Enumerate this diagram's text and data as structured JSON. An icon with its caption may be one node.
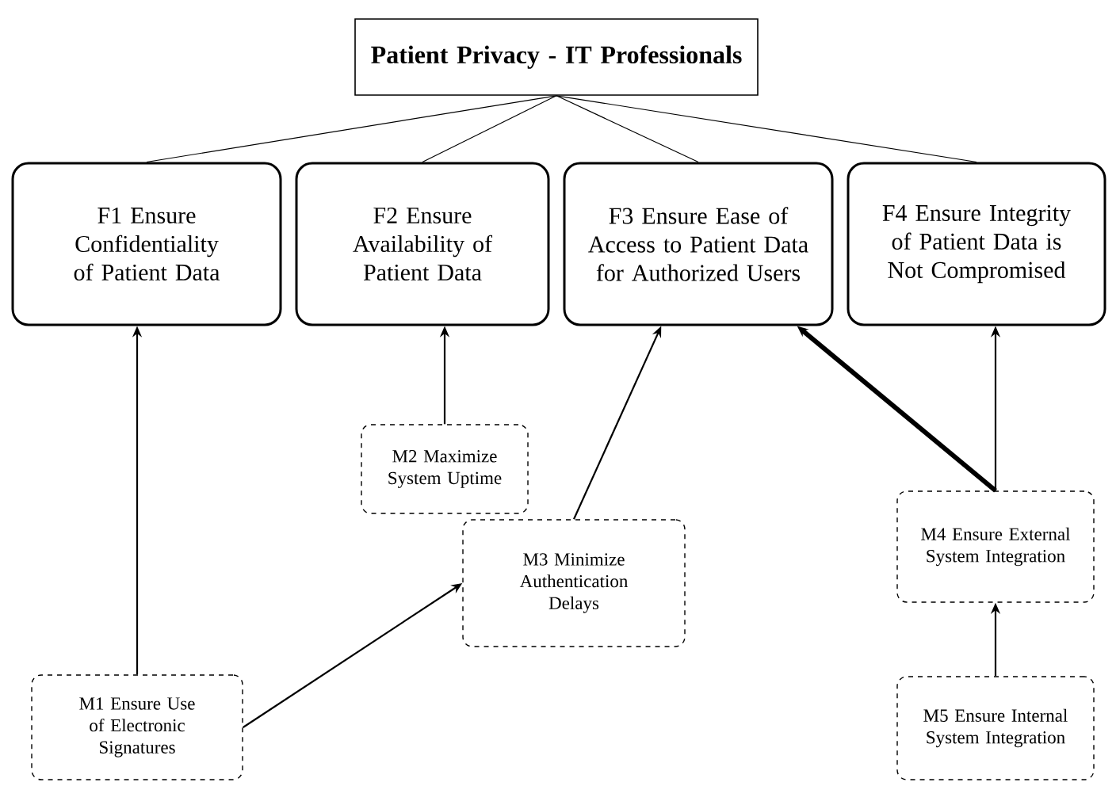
{
  "diagram": {
    "nodes": [
      {
        "text": [
          "Patient Privacy - IT Professionals"
        ]
      },
      {
        "text": [
          "F1 Ensure Confidentiality of Patient Data"
        ]
      },
      {
        "text": [
          "F2 Ensure Availability of Patient Data"
        ]
      },
      {
        "text": [
          "F3 Ensure Ease of Access to Patient Data for Authorized Users"
        ]
      },
      {
        "text": [
          "F4 Ensure Integrity of Patient Data is Not Compromised"
        ]
      },
      {
        "text": [
          "M2 Maximize System Uptime"
        ]
      },
      {
        "text": [
          "M3 Minimize Authentication Delays"
        ]
      },
      {
        "text": [
          "M4 Ensure External System Integration"
        ]
      },
      {
        "text": [
          "M1 Ensure Use of Electronic Signatures"
        ]
      },
      {
        "text": [
          "M5 Ensure Internal System Integration"
        ]
      }
    ],
    "edges": [
      {
        "from": 0,
        "to": 1,
        "arrow": "none"
      },
      {
        "from": 0,
        "to": 2,
        "arrow": "none"
      },
      {
        "from": 0,
        "to": 3,
        "arrow": "none"
      },
      {
        "from": 0,
        "to": 4,
        "arrow": "none"
      },
      {
        "from": 8,
        "to": 1,
        "arrow": "to"
      },
      {
        "from": 5,
        "to": 2,
        "arrow": "to"
      },
      {
        "from": 6,
        "to": 3,
        "arrow": "to"
      },
      {
        "from": 8,
        "to": 6,
        "arrow": "to"
      },
      {
        "from": 7,
        "to": 3,
        "arrow": "to",
        "style": "thick"
      },
      {
        "from": 7,
        "to": 4,
        "arrow": "to"
      },
      {
        "from": 9,
        "to": 7,
        "arrow": "to"
      }
    ]
  }
}
